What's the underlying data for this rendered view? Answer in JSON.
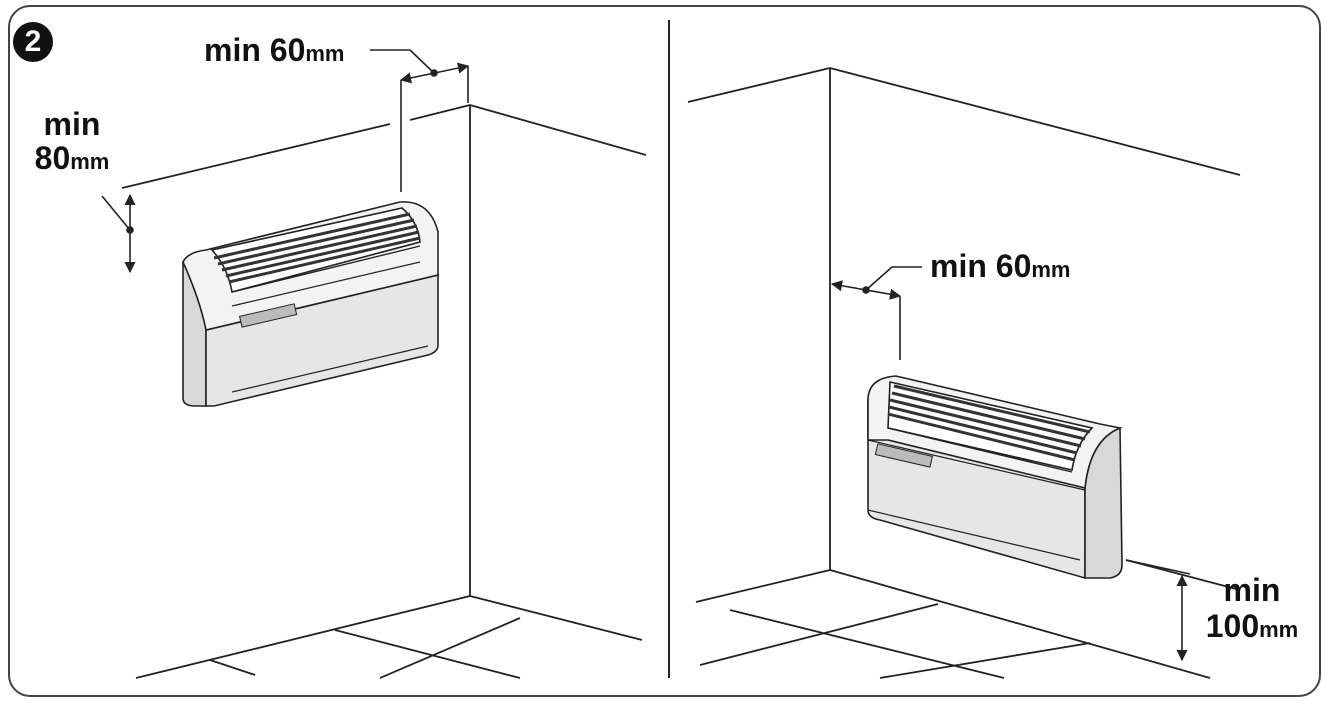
{
  "figure": {
    "step_number": "2"
  },
  "left_panel": {
    "side_clearance": {
      "prefix": "min 60",
      "unit": "mm"
    },
    "top_clearance": {
      "line1": "min",
      "prefix": "80",
      "unit": "mm"
    }
  },
  "right_panel": {
    "side_clearance": {
      "prefix": "min 60",
      "unit": "mm"
    },
    "floor_clearance": {
      "line1": "min",
      "prefix": "100",
      "unit": "mm"
    }
  },
  "colors": {
    "line": "#222222",
    "unit_body": "#e4e4e4",
    "unit_top": "#f3f3f3",
    "grille": "#333333"
  }
}
